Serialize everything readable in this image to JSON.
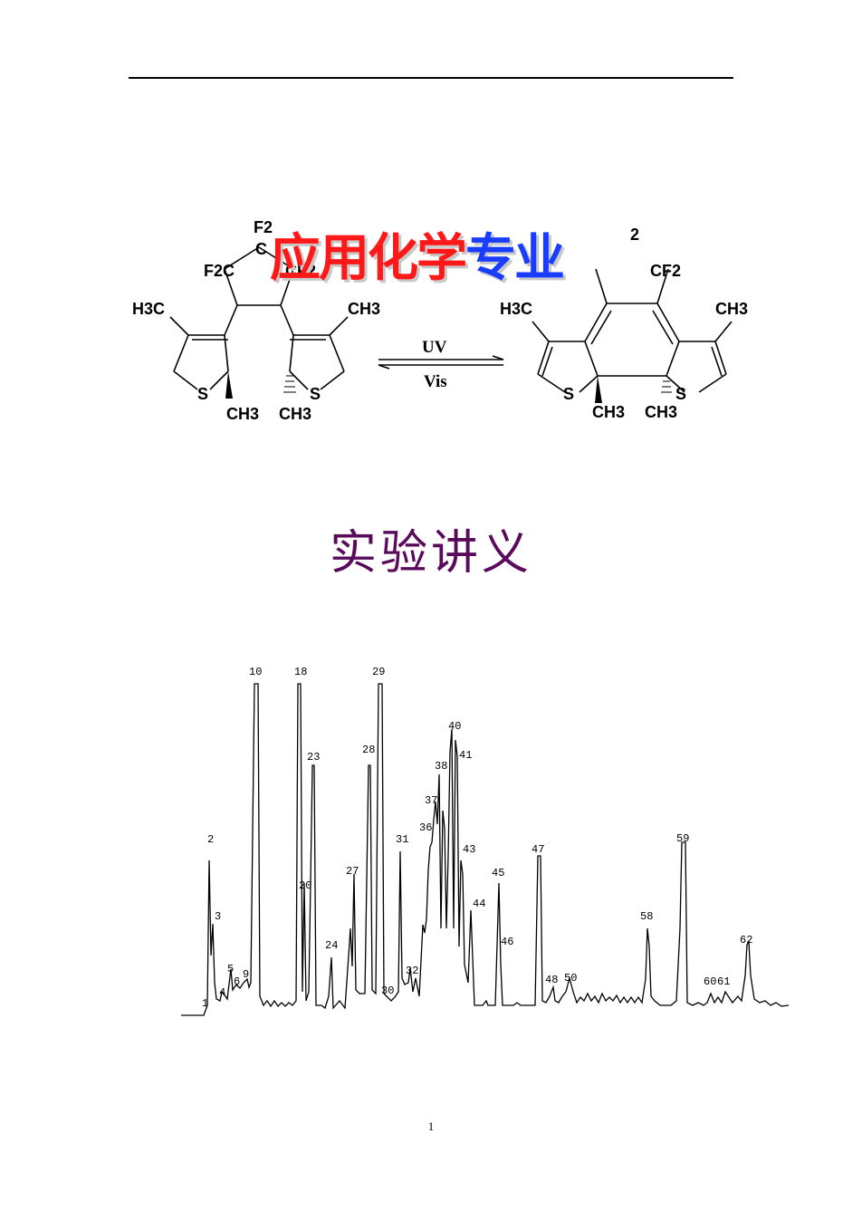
{
  "header": {
    "rule": true
  },
  "banner": {
    "part1": "应用化学",
    "part2": "专业",
    "color1": "#ff1818",
    "color2": "#1a3cff"
  },
  "scheme": {
    "left": {
      "f2_top": "F2",
      "f2_left": "F2C",
      "f2_right": "CF2",
      "c_top": "C",
      "me_left": "H3C",
      "me_right": "CH3",
      "s_left": "S",
      "s_right": "S",
      "ch3_a": "CH3",
      "ch3_b": "CH3"
    },
    "arrow": {
      "top_label": "UV",
      "bottom_label": "Vis"
    },
    "right": {
      "f2_partial": "2",
      "f2_right": "CF2",
      "me_left": "H3C",
      "me_right": "CH3",
      "s_left": "S",
      "s_right": "S",
      "ch3_a": "CH3",
      "ch3_b": "CH3"
    }
  },
  "doc_title": "实验讲义",
  "chromatogram": {
    "peak_labels": [
      "1",
      "2",
      "3",
      "4",
      "5",
      "6",
      "9",
      "10",
      "18",
      "20",
      "23",
      "24",
      "27",
      "28",
      "29",
      "30",
      "31",
      "32",
      "36",
      "37",
      "38",
      "40",
      "41",
      "43",
      "44",
      "45",
      "46",
      "47",
      "48",
      "50",
      "58",
      "59",
      "60",
      "61",
      "62"
    ]
  },
  "page_number": "1"
}
